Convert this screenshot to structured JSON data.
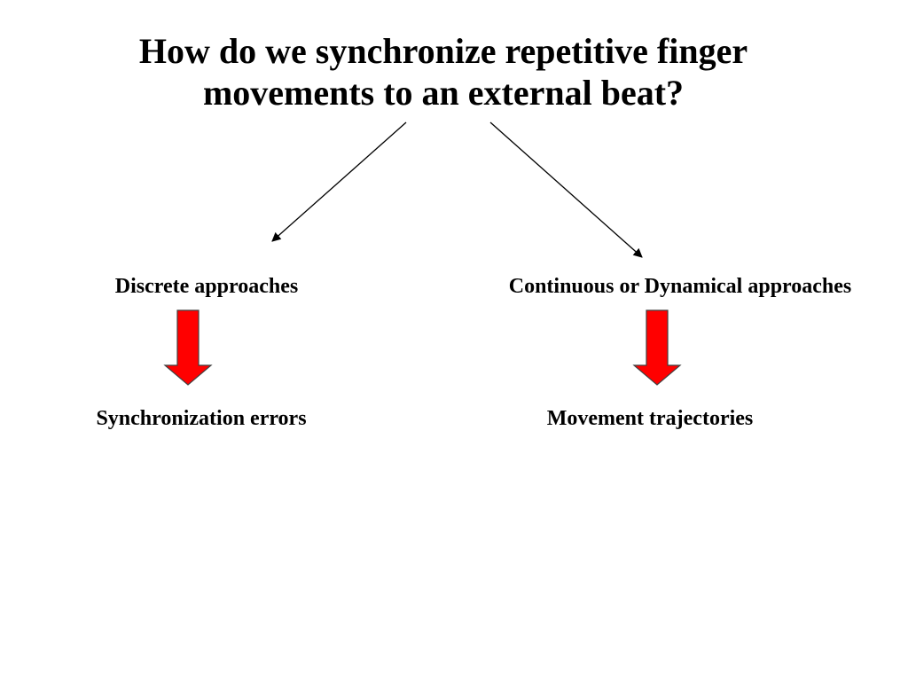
{
  "title": {
    "line1": "How do we synchronize repetitive finger",
    "line2": "movements to an external beat?"
  },
  "branches": [
    {
      "approach": "Discrete approaches",
      "outcome": "Synchronization errors"
    },
    {
      "approach": "Continuous or Dynamical approaches",
      "outcome": "Movement trajectories"
    }
  ],
  "colors": {
    "text": "#000000",
    "connector": "#000000",
    "arrow_fill": "#ff0000",
    "arrow_stroke": "#404040"
  }
}
